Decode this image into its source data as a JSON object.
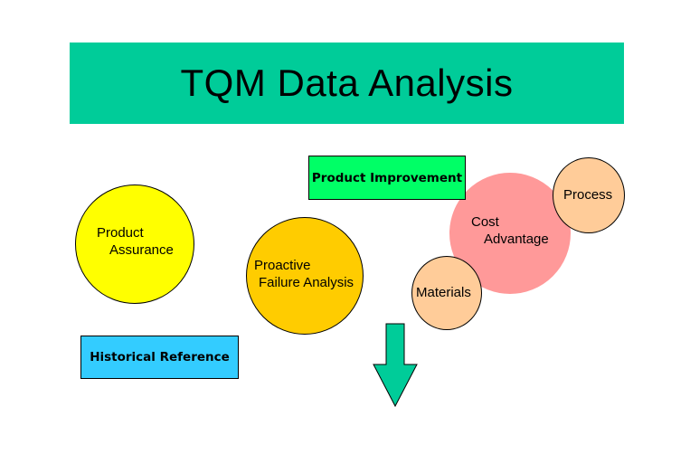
{
  "title": "TQM Data Analysis",
  "nodes": {
    "product_assurance": {
      "line1": "Product",
      "line2": "Assurance",
      "color": "#ffff00"
    },
    "proactive_failure": {
      "line1": "Proactive",
      "line2": "Failure Analysis",
      "color": "#ffcc00"
    },
    "cost_advantage": {
      "line1": "Cost",
      "line2": "Advantage",
      "color": "#ff9999"
    },
    "process": {
      "label": "Process",
      "color": "#ffcc99"
    },
    "materials": {
      "label": "Materials",
      "color": "#ffcc99"
    }
  },
  "boxes": {
    "product_improvement": {
      "label": "Product Improvement",
      "color": "#00ff66"
    },
    "historical_reference": {
      "label": "Historical Reference",
      "color": "#33ccff"
    }
  },
  "arrow": {
    "direction": "down",
    "color": "#00cc99"
  },
  "colors": {
    "title_banner": "#00cc99",
    "background": "#ffffff"
  }
}
